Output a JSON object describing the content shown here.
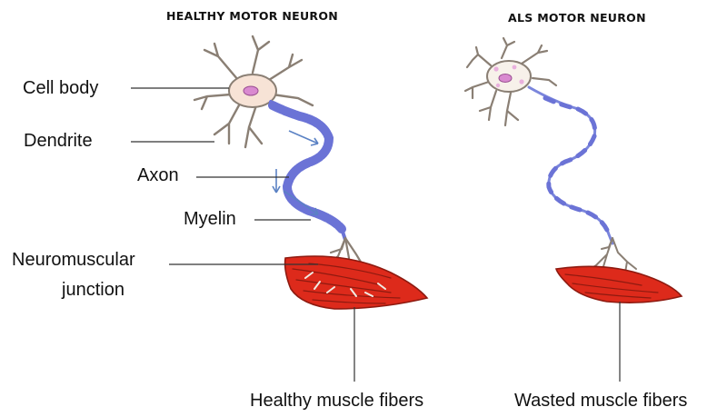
{
  "titles": {
    "healthy": "HEALTHY MOTOR NEURON",
    "als": "ALS MOTOR NEURON"
  },
  "labels": {
    "cell_body": "Cell body",
    "dendrite": "Dendrite",
    "axon": "Axon",
    "myelin": "Myelin",
    "nmj_line1": "Neuromuscular",
    "nmj_line2": "junction"
  },
  "captions": {
    "healthy_muscle": "Healthy muscle fibers",
    "wasted_muscle": "Wasted muscle fibers"
  },
  "colors": {
    "neuron_outline": "#8a7f74",
    "neuron_fill": "#f7f1ea",
    "nucleus": "#d98ad0",
    "soma_fill": "#f7e3d6",
    "myelin": "#6b73d6",
    "axon_thin": "#7b86dc",
    "muscle": "#dd2a1b",
    "muscle_stroke": "#8e1a10",
    "arrow": "#5b82c4",
    "leader": "#333333"
  }
}
